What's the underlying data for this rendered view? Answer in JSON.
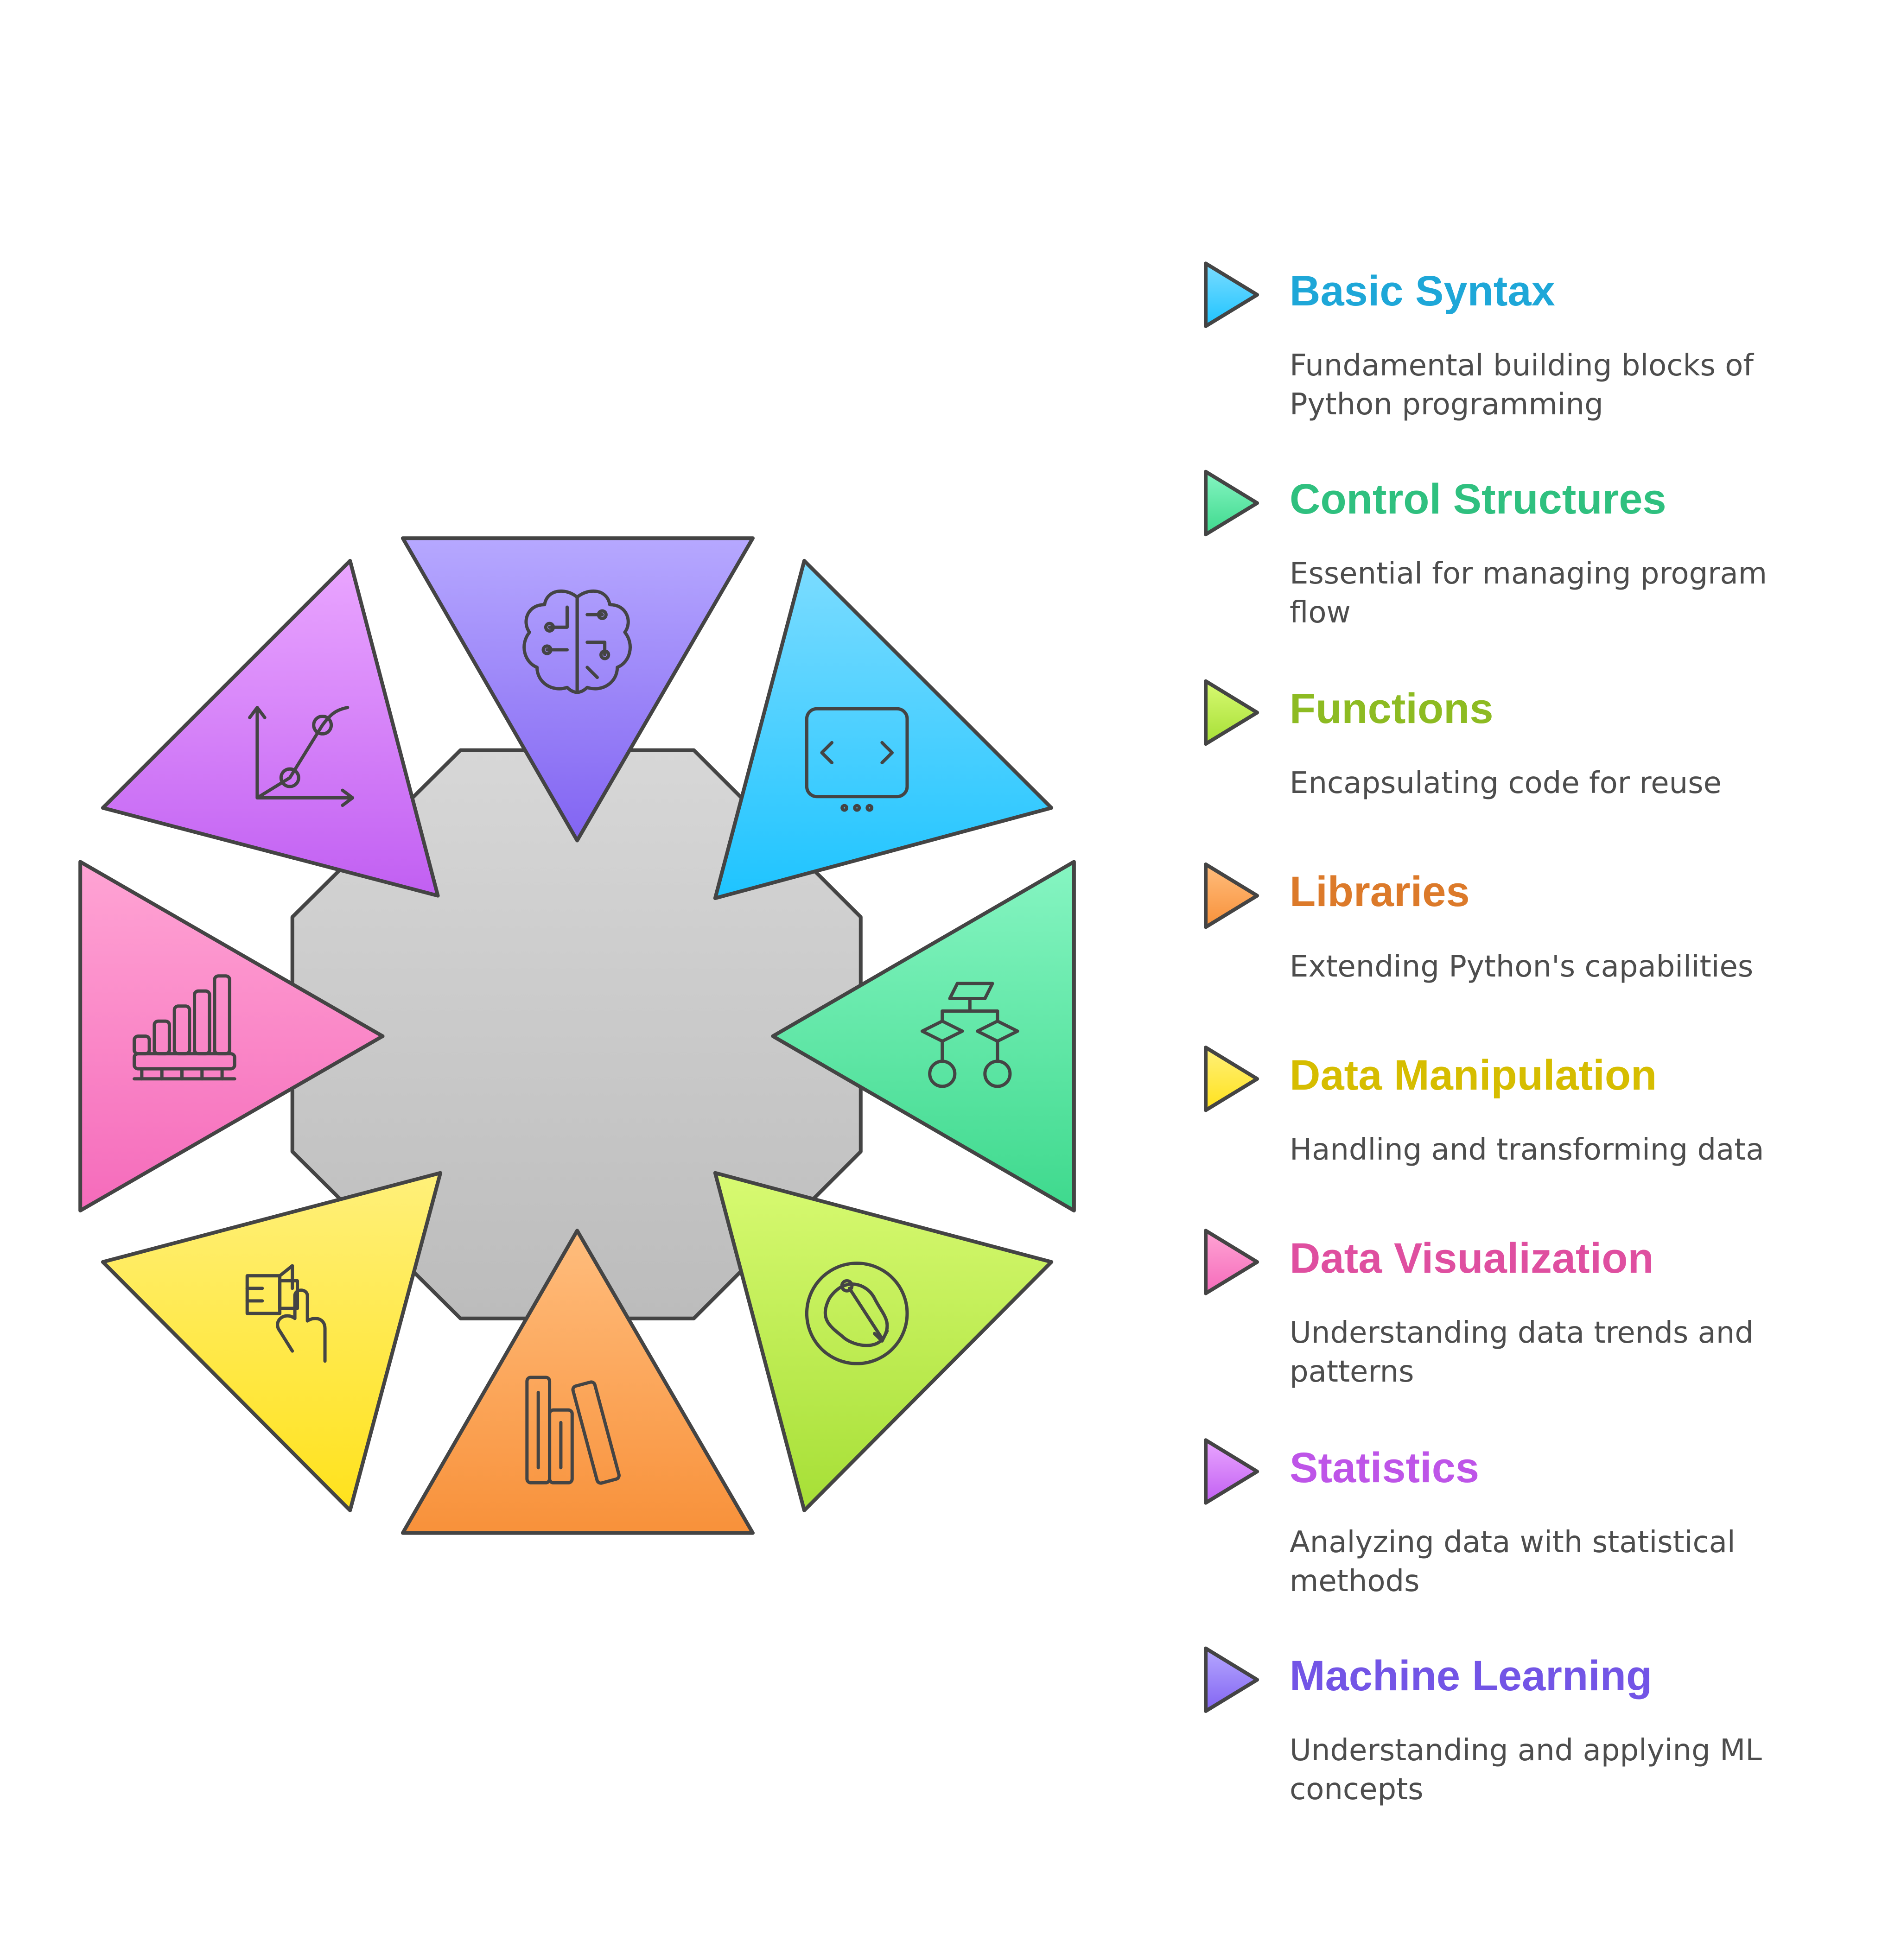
{
  "items": [
    {
      "title": "Basic Syntax",
      "description": "Fundamental building blocks of Python programming",
      "color": "#1ea7d8",
      "gradient": [
        "#7cdcff",
        "#1ec4ff"
      ],
      "icon": "code-window-icon"
    },
    {
      "title": "Control Structures",
      "description": "Essential for managing program flow",
      "color": "#2fc07f",
      "gradient": [
        "#86f5c2",
        "#3ed98d"
      ],
      "icon": "flowchart-icon"
    },
    {
      "title": "Functions",
      "description": "Encapsulating code for reuse",
      "color": "#8dbb22",
      "gradient": [
        "#d8fa72",
        "#a6df36"
      ],
      "icon": "path-compass-icon"
    },
    {
      "title": "Libraries",
      "description": "Extending Python's capabilities",
      "color": "#dc7a2a",
      "gradient": [
        "#ffbd7d",
        "#f8913a"
      ],
      "icon": "books-icon"
    },
    {
      "title": "Data Manipulation",
      "description": "Handling and transforming data",
      "color": "#d6bd00",
      "gradient": [
        "#fff07a",
        "#ffe21c"
      ],
      "icon": "hand-data-icon"
    },
    {
      "title": "Data Visualization",
      "description": "Understanding data trends and patterns",
      "color": "#df4fa0",
      "gradient": [
        "#ffa4d4",
        "#f56bbb"
      ],
      "icon": "bar-chart-icon"
    },
    {
      "title": "Statistics",
      "description": "Analyzing data with statistical methods",
      "color": "#be55e8",
      "gradient": [
        "#eaa6ff",
        "#c15ff2"
      ],
      "icon": "line-graph-icon"
    },
    {
      "title": "Machine Learning",
      "description": "Understanding and applying ML concepts",
      "color": "#7355e6",
      "gradient": [
        "#b6a8ff",
        "#8264f2"
      ],
      "icon": "brain-circuit-icon"
    }
  ],
  "center_fill": [
    "#d7d7d7",
    "#bcbcbc"
  ],
  "stroke_color": "#444444"
}
